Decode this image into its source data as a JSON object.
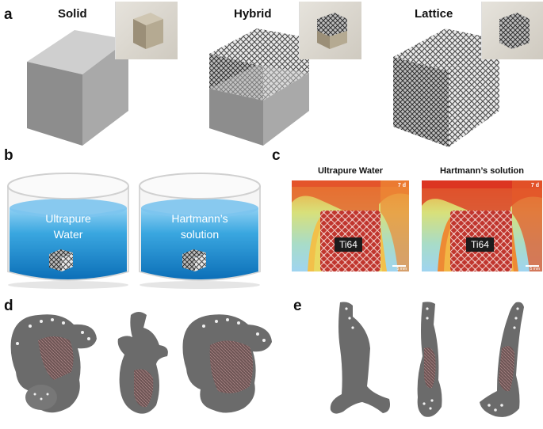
{
  "panels": {
    "a": {
      "letter": "a",
      "titles": [
        "Solid",
        "Hybrid",
        "Lattice"
      ]
    },
    "b": {
      "letter": "b",
      "beakers": [
        {
          "line1": "Ultrapure",
          "line2": "Water"
        },
        {
          "line1": "Hartmann’s",
          "line2": "solution"
        }
      ]
    },
    "c": {
      "letter": "c",
      "titles": [
        "Ultrapure Water",
        "Hartmann’s solution"
      ],
      "sample_label": "Ti64",
      "time_label": "7 d",
      "scale_label": "5 mm"
    },
    "d": {
      "letter": "d"
    },
    "e": {
      "letter": "e"
    }
  },
  "colors": {
    "water": "#2a9fd8",
    "heatmap_hot": "#d9231d",
    "heatmap_cool": "#9fd4f0",
    "implant_gray": "#6e6e6e"
  }
}
